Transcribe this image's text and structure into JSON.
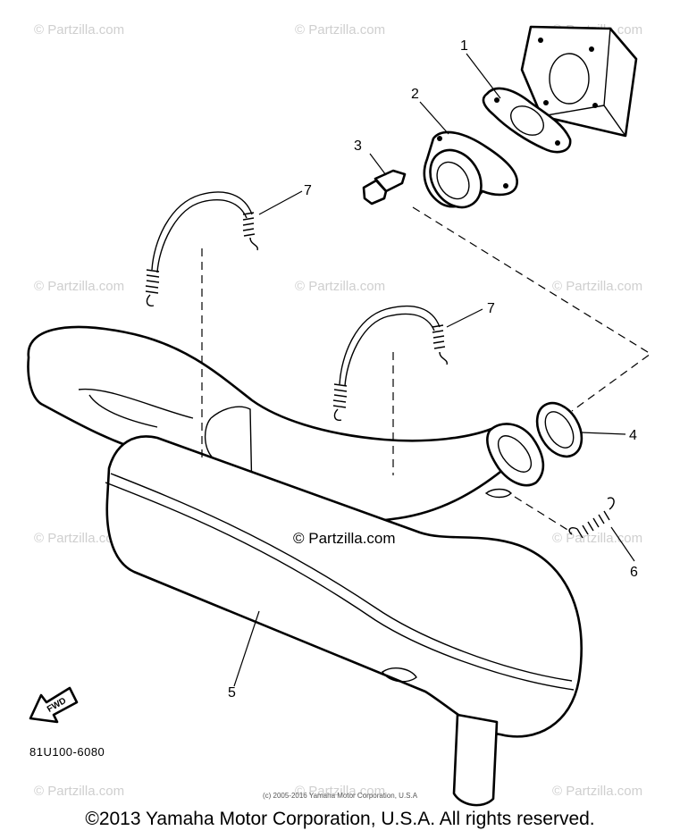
{
  "watermark": "© Partzilla.com",
  "center_watermark": "© Partzilla.com",
  "callouts": {
    "c1": "1",
    "c2": "2",
    "c3": "3",
    "c7a": "7",
    "c7b": "7",
    "c4": "4",
    "c5": "5",
    "c6": "6"
  },
  "fwd_label": "FWD",
  "part_code": "81U100-6080",
  "small_copyright": "(c) 2005-2016 Yamaha Motor Corporation, U.S.A",
  "copyright": "©2013 Yamaha Motor Corporation, U.S.A. All rights reserved."
}
